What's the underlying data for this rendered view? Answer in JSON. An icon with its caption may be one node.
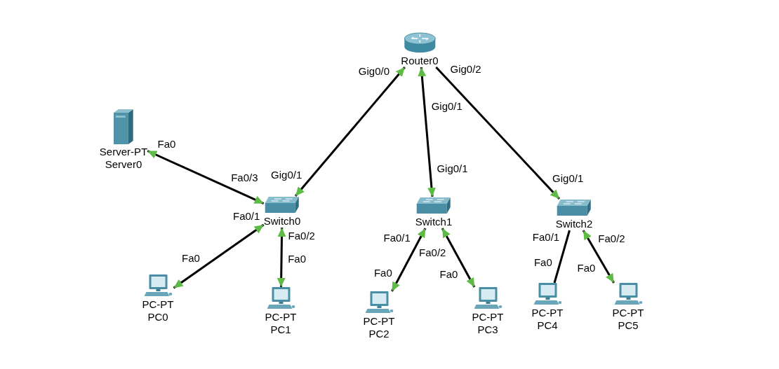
{
  "diagram": {
    "nodes": [
      {
        "text": [
          "Router0"
        ]
      },
      {
        "text": [
          "Server-PT",
          "Server0"
        ]
      },
      {
        "text": [
          "Switch0"
        ]
      },
      {
        "text": [
          "Switch1"
        ]
      },
      {
        "text": [
          "Switch2"
        ]
      },
      {
        "text": [
          "PC-PT",
          "PC0"
        ]
      },
      {
        "text": [
          "PC-PT",
          "PC1"
        ]
      },
      {
        "text": [
          "PC-PT",
          "PC2"
        ]
      },
      {
        "text": [
          "PC-PT",
          "PC3"
        ]
      },
      {
        "text": [
          "PC-PT",
          "PC4"
        ]
      },
      {
        "text": [
          "PC-PT",
          "PC5"
        ]
      }
    ],
    "edges": [
      {
        "from": 0,
        "to": 2,
        "arrow": "both"
      },
      {
        "from": 0,
        "to": 3,
        "arrow": "both"
      },
      {
        "from": 0,
        "to": 4,
        "arrow": "to"
      },
      {
        "from": 1,
        "to": 2,
        "arrow": "both"
      },
      {
        "from": 2,
        "to": 5,
        "arrow": "both"
      },
      {
        "from": 2,
        "to": 6,
        "arrow": "both"
      },
      {
        "from": 3,
        "to": 7,
        "arrow": "both"
      },
      {
        "from": 3,
        "to": 8,
        "arrow": "both"
      },
      {
        "from": 4,
        "to": 9,
        "arrow": "none"
      },
      {
        "from": 4,
        "to": 10,
        "arrow": "both"
      }
    ],
    "labels": [
      "Gig0/0",
      "Gig0/1",
      "Gig0/2",
      "Fa0",
      "Fa0/3",
      "Gig0/1",
      "Gig0/1",
      "Gig0/1",
      "Fa0/1",
      "Fa0/2",
      "Fa0",
      "Fa0",
      "Fa0/1",
      "Fa0/2",
      "Fa0",
      "Fa0",
      "Fa0/1",
      "Fa0/2",
      "Fa0",
      "Fa0"
    ]
  }
}
